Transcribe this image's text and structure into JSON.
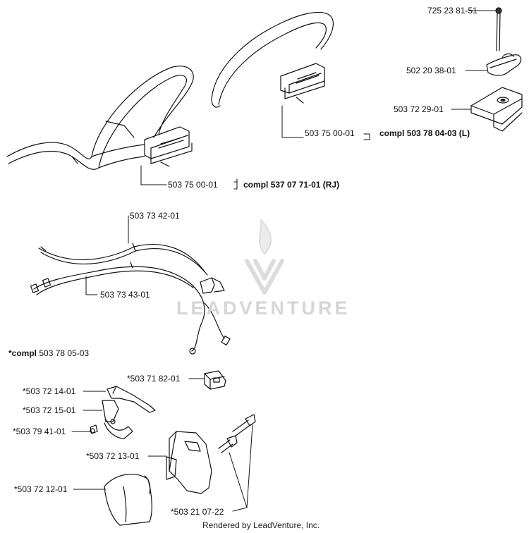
{
  "diagram": {
    "labels": {
      "p1": "725 23 81-51",
      "p2": "502 20 38-01",
      "p3": "503 72 29-01",
      "p4": "503 75 00-01",
      "p4_compl_prefix": "compl",
      "p4_compl_rest": "503 78 04-03 (L)",
      "p5": "503 75 00-01",
      "p5_compl_prefix": "compl",
      "p5_compl_rest": "537 07 71-01 (RJ)",
      "p6": "503 73 42-01",
      "p7": "503 73 43-01",
      "p8_prefix": "*compl",
      "p8_rest": "503 78 05-03",
      "p9": "*503 71 82-01",
      "p10": "*503 72 14-01",
      "p11": "*503 72 15-01",
      "p12": "*503 79 41-01",
      "p13": "*503 72 13-01",
      "p14": "*503 72 12-01",
      "p15": "*503 21 07-22"
    },
    "watermark": "LEADVENTURE",
    "footer": "Rendered by LeadVenture, Inc."
  }
}
